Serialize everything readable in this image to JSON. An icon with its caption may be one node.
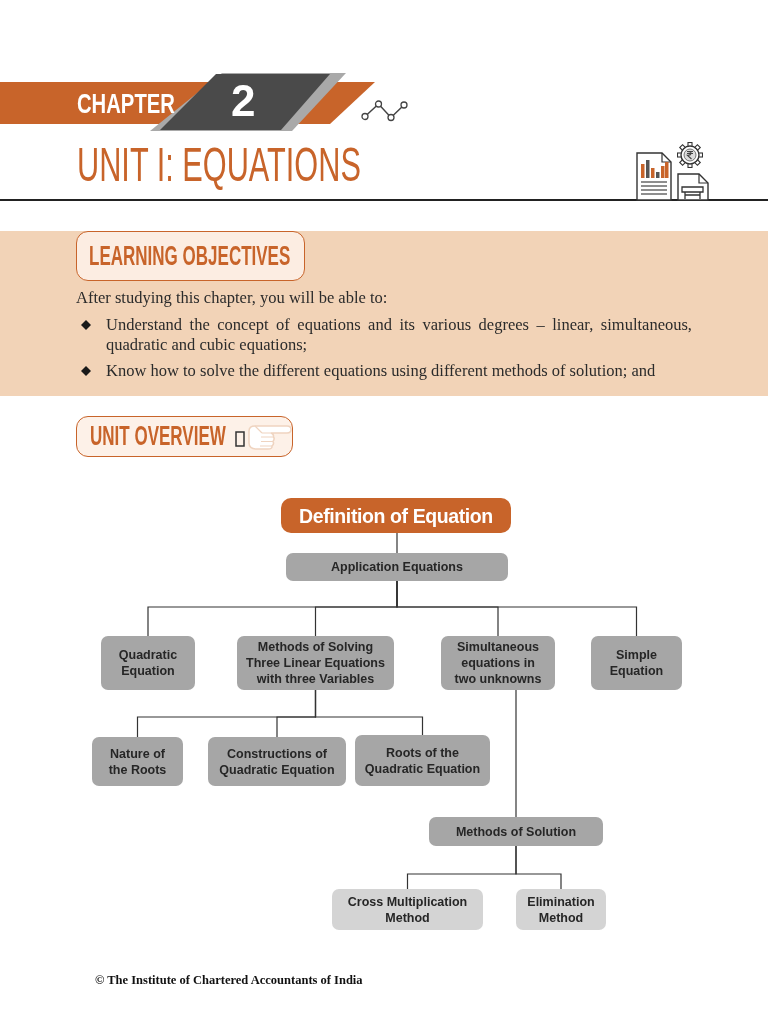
{
  "diagram": {
    "title": "UNIT I: EQUATIONS",
    "nodes": [
      {
        "text": [
          "CHAPTER",
          "2"
        ]
      },
      {
        "text": [
          "After studying this chapter, you will be able to:",
          "Understand the concept of equations and its various degrees – linear, simultaneous, quadratic and cubic equations;",
          "Know how to solve the different equations using different methods of solution; and"
        ]
      },
      {
        "text": [
          "LEARNING OBJECTIVES"
        ],
        "in": 1
      },
      {
        "text": [
          "UNIT OVERVIEW"
        ]
      },
      {
        "text": [
          "Definition of Equation"
        ]
      },
      {
        "text": [
          "Application Equations"
        ]
      },
      {
        "text": [
          "Quadratic Equation"
        ]
      },
      {
        "text": [
          "Methods of Solving Three Linear Equations with three Variables"
        ]
      },
      {
        "text": [
          "Simultaneous equations in two unknowns"
        ]
      },
      {
        "text": [
          "Simple Equation"
        ]
      },
      {
        "text": [
          "Nature of the Roots"
        ]
      },
      {
        "text": [
          "Constructions of Quadratic Equation"
        ]
      },
      {
        "text": [
          "Roots of the Quadratic Equation"
        ]
      },
      {
        "text": [
          "Methods of Solution"
        ]
      },
      {
        "text": [
          "Cross Multiplication Method"
        ]
      },
      {
        "text": [
          "Elimination Method"
        ]
      }
    ],
    "edges": [
      {
        "from": 4,
        "to": 5,
        "arrow": "none"
      },
      {
        "from": 5,
        "to": 6,
        "arrow": "none"
      },
      {
        "from": 5,
        "to": 7,
        "arrow": "none"
      },
      {
        "from": 5,
        "to": 8,
        "arrow": "none"
      },
      {
        "from": 5,
        "to": 9,
        "arrow": "none"
      },
      {
        "from": 7,
        "to": 10,
        "arrow": "none"
      },
      {
        "from": 7,
        "to": 11,
        "arrow": "none"
      },
      {
        "from": 7,
        "to": 12,
        "arrow": "none"
      },
      {
        "from": 8,
        "to": 13,
        "arrow": "none"
      },
      {
        "from": 13,
        "to": 14,
        "arrow": "none"
      },
      {
        "from": 13,
        "to": 15,
        "arrow": "none"
      }
    ],
    "labels": [
      "© The Institute of Chartered Accountants of India"
    ]
  }
}
